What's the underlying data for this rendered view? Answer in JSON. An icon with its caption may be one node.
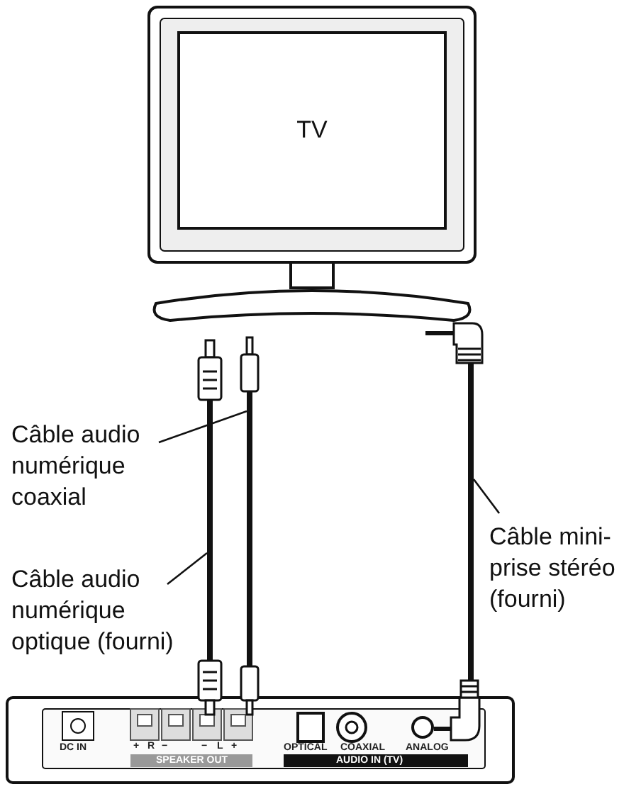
{
  "diagram": {
    "nodes": [
      {
        "text": [
          "TV"
        ]
      },
      {
        "text": [
          "Câble audio numérique coaxial"
        ]
      },
      {
        "text": [],
        "shape": "cable"
      },
      {
        "text": [
          "Câble audio numérique optique (fourni)"
        ]
      },
      {
        "text": [],
        "shape": "cable"
      },
      {
        "text": [
          "Câble mini-prise stéréo (fourni)"
        ]
      },
      {
        "text": [],
        "shape": "cable"
      }
    ],
    "edges": [
      {
        "from": 1,
        "to": 4,
        "arrow": "none"
      },
      {
        "from": 3,
        "to": 2,
        "arrow": "none"
      },
      {
        "from": 5,
        "to": 6,
        "arrow": "none"
      }
    ],
    "labels": [
      "DC IN",
      "+",
      "R",
      "−",
      "−",
      "L",
      "+",
      "SPEAKER OUT",
      "OPTICAL",
      "COAXIAL",
      "ANALOG",
      "AUDIO IN (TV)"
    ]
  }
}
